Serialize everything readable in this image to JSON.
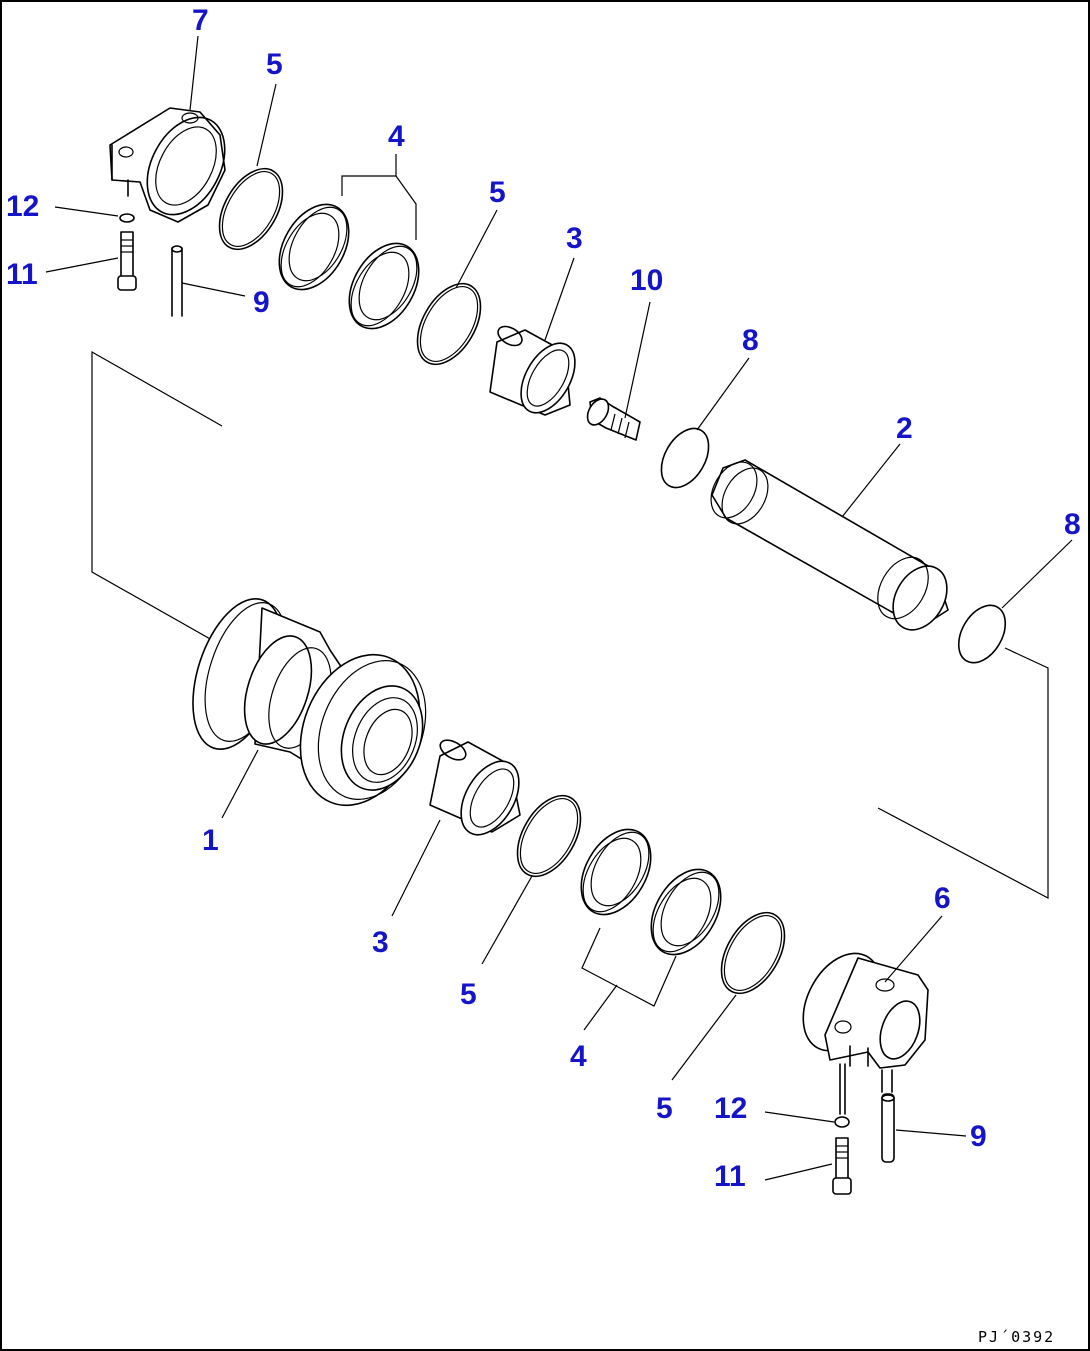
{
  "callouts": {
    "c7": "7",
    "c5a": "5",
    "c4a": "4",
    "c12a": "12",
    "c11a": "11",
    "c9a": "9",
    "c5b": "5",
    "c3a": "3",
    "c10": "10",
    "c8a": "8",
    "c2": "2",
    "c8b": "8",
    "c1": "1",
    "c3b": "3",
    "c5c": "5",
    "c4b": "4",
    "c5d": "5",
    "c6": "6",
    "c12b": "12",
    "c9b": "9",
    "c11b": "11"
  },
  "drawing_code": "PJ´0392",
  "colors": {
    "callout": "#1414c8",
    "line": "#000000"
  }
}
